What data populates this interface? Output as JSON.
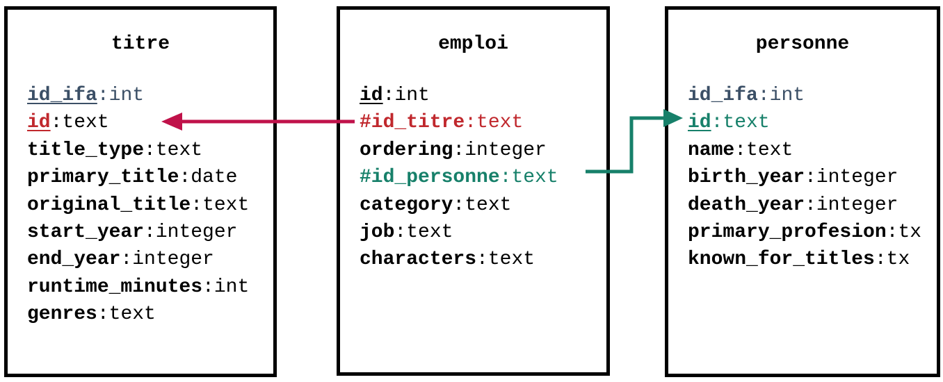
{
  "colors": {
    "border": "#000000",
    "primary_key_blue": "#3b4f66",
    "titre_link_red": "#c0282d",
    "personne_link_green": "#17806a",
    "arrow_red": "#c0124a",
    "arrow_green": "#17806a"
  },
  "tables": {
    "titre": {
      "title": "titre",
      "fields": [
        {
          "name": "id_ifa",
          "sep": ":",
          "type": "int"
        },
        {
          "name": "id",
          "sep": ":",
          "type": "text"
        },
        {
          "name": "title_type",
          "sep": ":",
          "type": "text"
        },
        {
          "name": "primary_title",
          "sep": ":",
          "type": "date"
        },
        {
          "name": "original_title",
          "sep": ":",
          "type": "text"
        },
        {
          "name": "start_year",
          "sep": ":",
          "type": "integer"
        },
        {
          "name": "end_year",
          "sep": ":",
          "type": "integer"
        },
        {
          "name": "runtime_minutes",
          "sep": ":",
          "type": "int"
        },
        {
          "name": "genres",
          "sep": ":",
          "type": "text"
        }
      ]
    },
    "emploi": {
      "title": "emploi",
      "fields": [
        {
          "name": "id",
          "sep": ":",
          "type": "int"
        },
        {
          "name": "#id_titre",
          "sep": ":",
          "type": "text"
        },
        {
          "name": "ordering",
          "sep": ":",
          "type": "integer"
        },
        {
          "name": "#id_personne",
          "sep": ":",
          "type": "text"
        },
        {
          "name": "category",
          "sep": ":",
          "type": "text"
        },
        {
          "name": "job",
          "sep": ":",
          "type": "text"
        },
        {
          "name": "characters",
          "sep": ":",
          "type": "text"
        }
      ]
    },
    "personne": {
      "title": "personne",
      "fields": [
        {
          "name": "id_ifa",
          "sep": ":",
          "type": "int"
        },
        {
          "name": "id",
          "sep": ":",
          "type": "text"
        },
        {
          "name": "name",
          "sep": ":",
          "type": "text"
        },
        {
          "name": "birth_year",
          "sep": ":",
          "type": "integer"
        },
        {
          "name": "death_year",
          "sep": ":",
          "type": "integer"
        },
        {
          "name": "primary_profesion",
          "sep": ":",
          "type": "tx"
        },
        {
          "name": "known_for_titles",
          "sep": ":",
          "type": "tx"
        }
      ]
    }
  },
  "relations": [
    {
      "from": "emploi.#id_titre",
      "to": "titre.id",
      "color": "#c0124a"
    },
    {
      "from": "emploi.#id_personne",
      "to": "personne.id",
      "color": "#17806a"
    }
  ]
}
